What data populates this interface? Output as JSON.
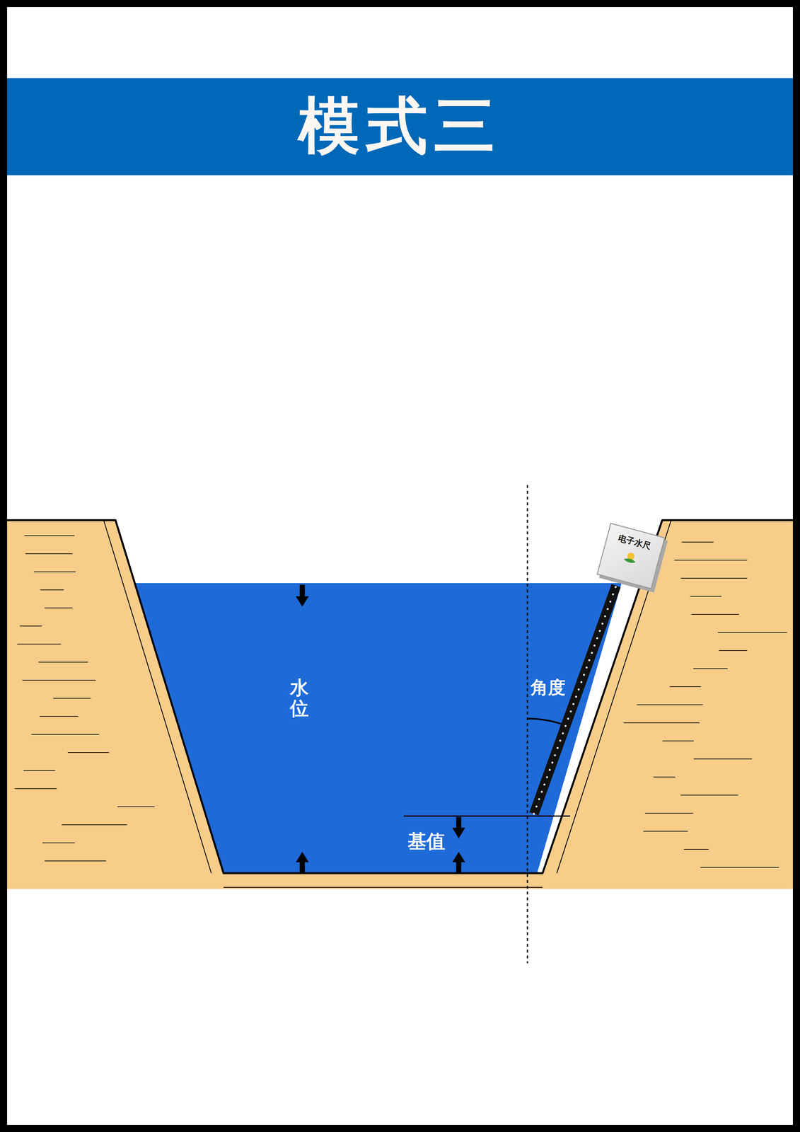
{
  "diagram": {
    "title": "模式三",
    "nodes": [
      {
        "text": [
          "电子水尺"
        ]
      }
    ],
    "labels": [
      "水位",
      "角度",
      "基值"
    ]
  }
}
